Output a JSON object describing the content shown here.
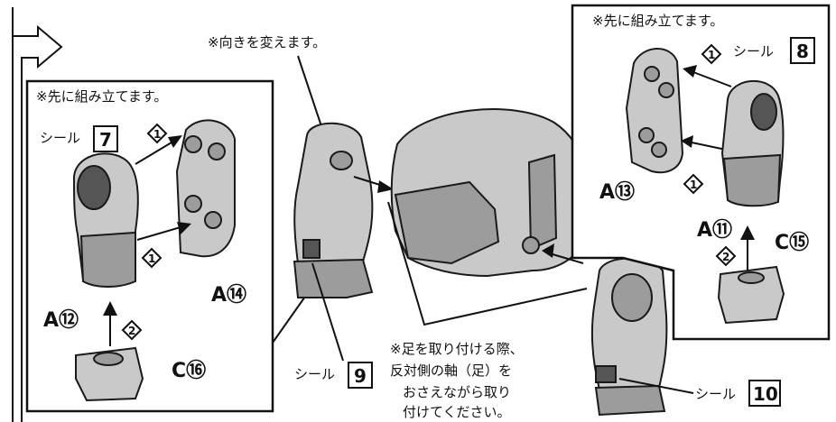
{
  "notes": {
    "rotate": "※向きを変えます。",
    "preassemble_left": "※先に組み立てます。",
    "preassemble_right": "※先に組み立てます。",
    "foot_caution": [
      "※足を取り付ける際、",
      "反対側の軸（足）を",
      "おさえながら取り",
      "付けてください。"
    ]
  },
  "stickers": {
    "label": "シール",
    "s7": "7",
    "s8": "8",
    "s9": "9",
    "s10": "10"
  },
  "parts": {
    "a12": "A⑫",
    "a14": "A⑭",
    "a13": "A⑬",
    "a11": "A⑪",
    "c16": "C⑯",
    "c15": "C⑮"
  },
  "steps": {
    "one": "1",
    "two": "2"
  }
}
